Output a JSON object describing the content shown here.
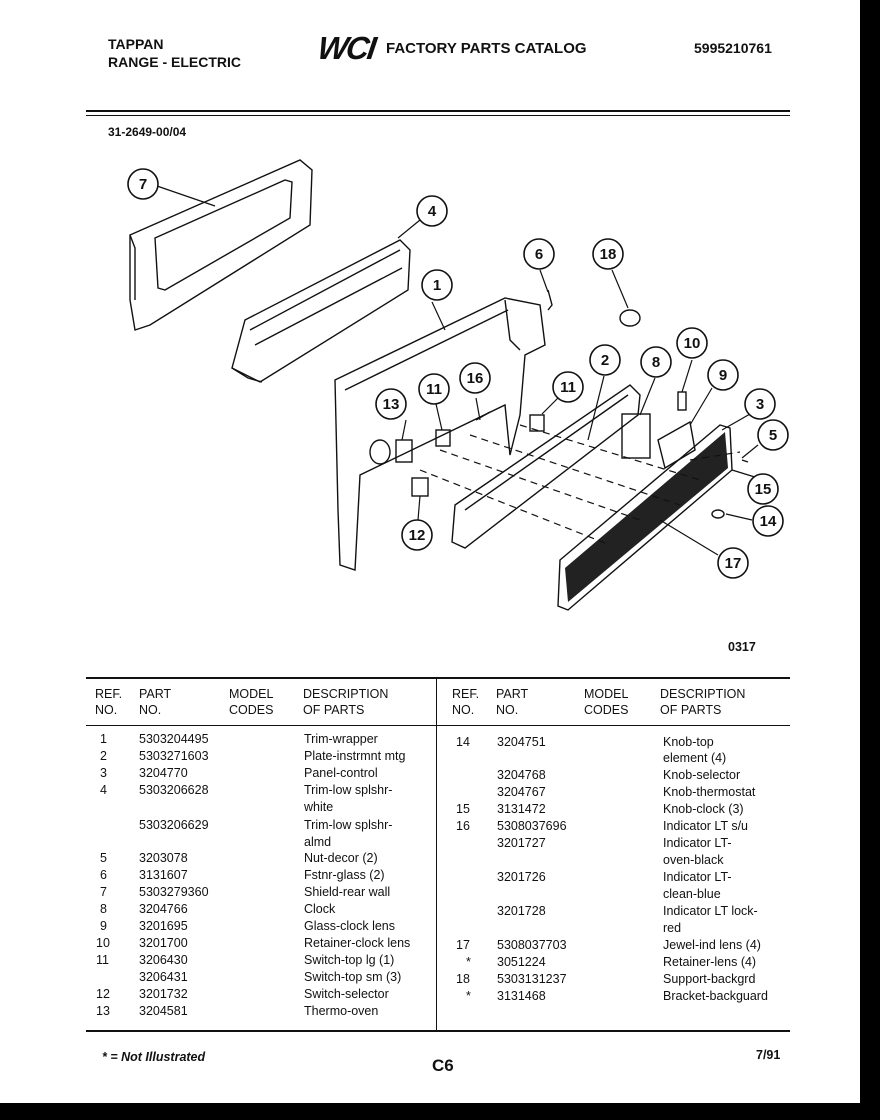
{
  "header": {
    "brand": "TAPPAN",
    "product": "RANGE - ELECTRIC",
    "logo_text": "WCI",
    "catalog_title": "FACTORY PARTS CATALOG",
    "catalog_number": "5995210761",
    "model_range": "31-2649-00/04"
  },
  "diagram": {
    "drawing_code": "0317",
    "callouts": [
      "7",
      "4",
      "6",
      "18",
      "1",
      "10",
      "2",
      "8",
      "9",
      "3",
      "5",
      "13",
      "11",
      "16",
      "11",
      "15",
      "14",
      "12",
      "17"
    ]
  },
  "table": {
    "left_headers": {
      "ref": [
        "REF.",
        "NO."
      ],
      "part": [
        "PART",
        "NO."
      ],
      "model": [
        "MODEL",
        "CODES"
      ],
      "desc": [
        "DESCRIPTION",
        "OF PARTS"
      ]
    },
    "right_headers": {
      "ref": [
        "REF.",
        "NO."
      ],
      "part": [
        "PART",
        "NO."
      ],
      "model": [
        "MODEL",
        "CODES"
      ],
      "desc": [
        "DESCRIPTION",
        "OF PARTS"
      ]
    },
    "left_rows": [
      {
        "ref": "1",
        "part": "5303204495",
        "desc": "Trim-wrapper"
      },
      {
        "ref": "2",
        "part": "5303271603",
        "desc": "Plate-instrmnt mtg"
      },
      {
        "ref": "3",
        "part": "3204770",
        "desc": "Panel-control"
      },
      {
        "ref": "4",
        "part": "5303206628",
        "desc": "Trim-low splshr-"
      },
      {
        "ref": "",
        "part": "",
        "desc": "white"
      },
      {
        "ref": "",
        "part": "5303206629",
        "desc": "Trim-low splshr-"
      },
      {
        "ref": "",
        "part": "",
        "desc": "almd"
      },
      {
        "ref": "5",
        "part": "3203078",
        "desc": "Nut-decor (2)"
      },
      {
        "ref": "6",
        "part": "3131607",
        "desc": "Fstnr-glass (2)"
      },
      {
        "ref": "7",
        "part": "5303279360",
        "desc": "Shield-rear wall"
      },
      {
        "ref": "8",
        "part": "3204766",
        "desc": "Clock"
      },
      {
        "ref": "9",
        "part": "3201695",
        "desc": "Glass-clock lens"
      },
      {
        "ref": "10",
        "part": "3201700",
        "desc": "Retainer-clock lens"
      },
      {
        "ref": "11",
        "part": "3206430",
        "desc": "Switch-top lg (1)"
      },
      {
        "ref": "",
        "part": "3206431",
        "desc": "Switch-top sm (3)"
      },
      {
        "ref": "12",
        "part": "3201732",
        "desc": "Switch-selector"
      },
      {
        "ref": "13",
        "part": "3204581",
        "desc": "Thermo-oven"
      }
    ],
    "right_rows": [
      {
        "ref": "14",
        "part": "3204751",
        "desc": "Knob-top"
      },
      {
        "ref": "",
        "part": "",
        "desc": "element (4)"
      },
      {
        "ref": "",
        "part": "3204768",
        "desc": "Knob-selector"
      },
      {
        "ref": "",
        "part": "3204767",
        "desc": "Knob-thermostat"
      },
      {
        "ref": "15",
        "part": "3131472",
        "desc": "Knob-clock (3)"
      },
      {
        "ref": "16",
        "part": "5308037696",
        "desc": "Indicator LT s/u"
      },
      {
        "ref": "",
        "part": "3201727",
        "desc": "Indicator LT-"
      },
      {
        "ref": "",
        "part": "",
        "desc": "oven-black"
      },
      {
        "ref": "",
        "part": "3201726",
        "desc": "Indicator LT-"
      },
      {
        "ref": "",
        "part": "",
        "desc": "clean-blue"
      },
      {
        "ref": "",
        "part": "3201728",
        "desc": "Indicator LT lock-"
      },
      {
        "ref": "",
        "part": "",
        "desc": "red"
      },
      {
        "ref": "17",
        "part": "5308037703",
        "desc": "Jewel-ind lens (4)"
      },
      {
        "ref": "*",
        "part": "3051224",
        "desc": "Retainer-lens (4)"
      },
      {
        "ref": "18",
        "part": "5303131237",
        "desc": "Support-backgrd"
      },
      {
        "ref": "*",
        "part": "3131468",
        "desc": "Bracket-backguard"
      }
    ]
  },
  "footer": {
    "note": "* = Not Illustrated",
    "page": "C6",
    "date": "7/91"
  }
}
